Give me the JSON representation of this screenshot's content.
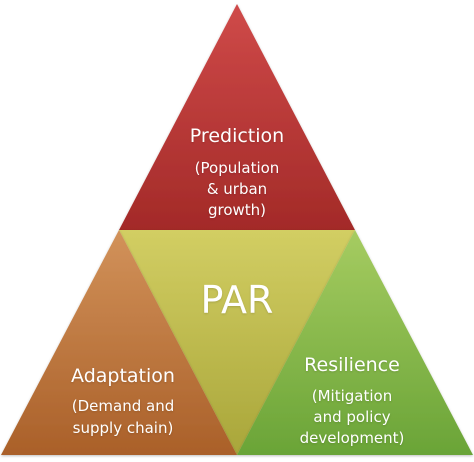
{
  "diagram": {
    "center": {
      "label": "PAR"
    },
    "segments": [
      {
        "id": "prediction",
        "title": "Prediction",
        "subtitle_lines": [
          "(Population",
          "& urban",
          "growth)"
        ]
      },
      {
        "id": "adaptation",
        "title": "Adaptation",
        "subtitle_lines": [
          "(Demand and",
          "supply chain)"
        ]
      },
      {
        "id": "resilience",
        "title": "Resilience",
        "subtitle_lines": [
          "(Mitigation",
          "and policy",
          "development)"
        ]
      }
    ],
    "colors": {
      "prediction_top": "#cf4a49",
      "prediction_bottom": "#a32a28",
      "center_top": "#d2ce63",
      "center_bottom": "#a9a63a",
      "adaptation_top": "#d2925a",
      "adaptation_bottom": "#aa6029",
      "resilience_top": "#a6cc61",
      "resilience_bottom": "#6aa437",
      "text": "#ffffff"
    }
  }
}
